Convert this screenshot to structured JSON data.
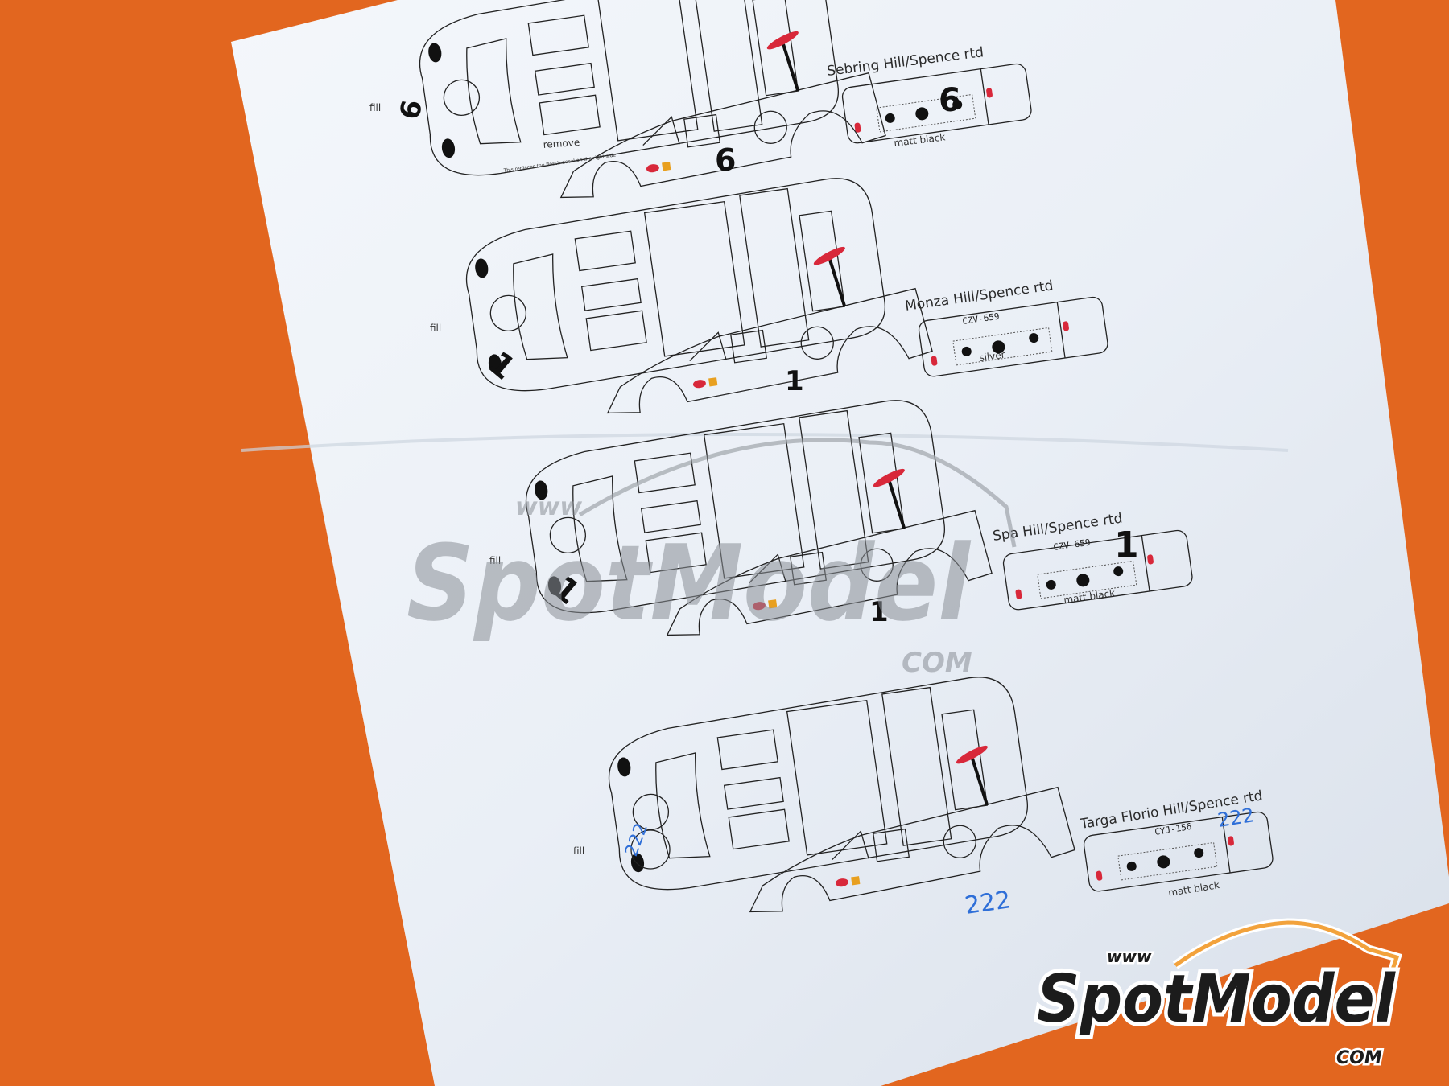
{
  "sheet": {
    "cars": [
      {
        "title": "Sebring Hill/Spence rtd",
        "number": "6",
        "plate": "",
        "plate_label": "matt black",
        "fill_label": "fill",
        "extra_label": "remove",
        "note": "This replaces the Bosch decal on the right side"
      },
      {
        "title": "Monza Hill/Spence rtd",
        "number": "1",
        "plate": "CZV-659",
        "plate_label": "silver",
        "fill_label": "fill"
      },
      {
        "title": "Spa Hill/Spence rtd",
        "number": "1",
        "plate": "CZV-659",
        "plate_label": "matt black",
        "fill_label": "fill"
      },
      {
        "title": "Targa Florio Hill/Spence rtd",
        "number": "222",
        "plate": "CYJ-156",
        "plate_label": "matt black",
        "fill_label": "fill"
      }
    ],
    "number_color_targa": "#2f6fd8",
    "wing_color": "#d8283a"
  },
  "watermark": {
    "text": "SpotModel",
    "prefix": "www",
    "suffix": "COM"
  },
  "logo": {
    "text": "SpotModel",
    "prefix": "www",
    "suffix": "COM"
  },
  "colors": {
    "background": "#e2661f",
    "paper": "#eef2f8"
  }
}
